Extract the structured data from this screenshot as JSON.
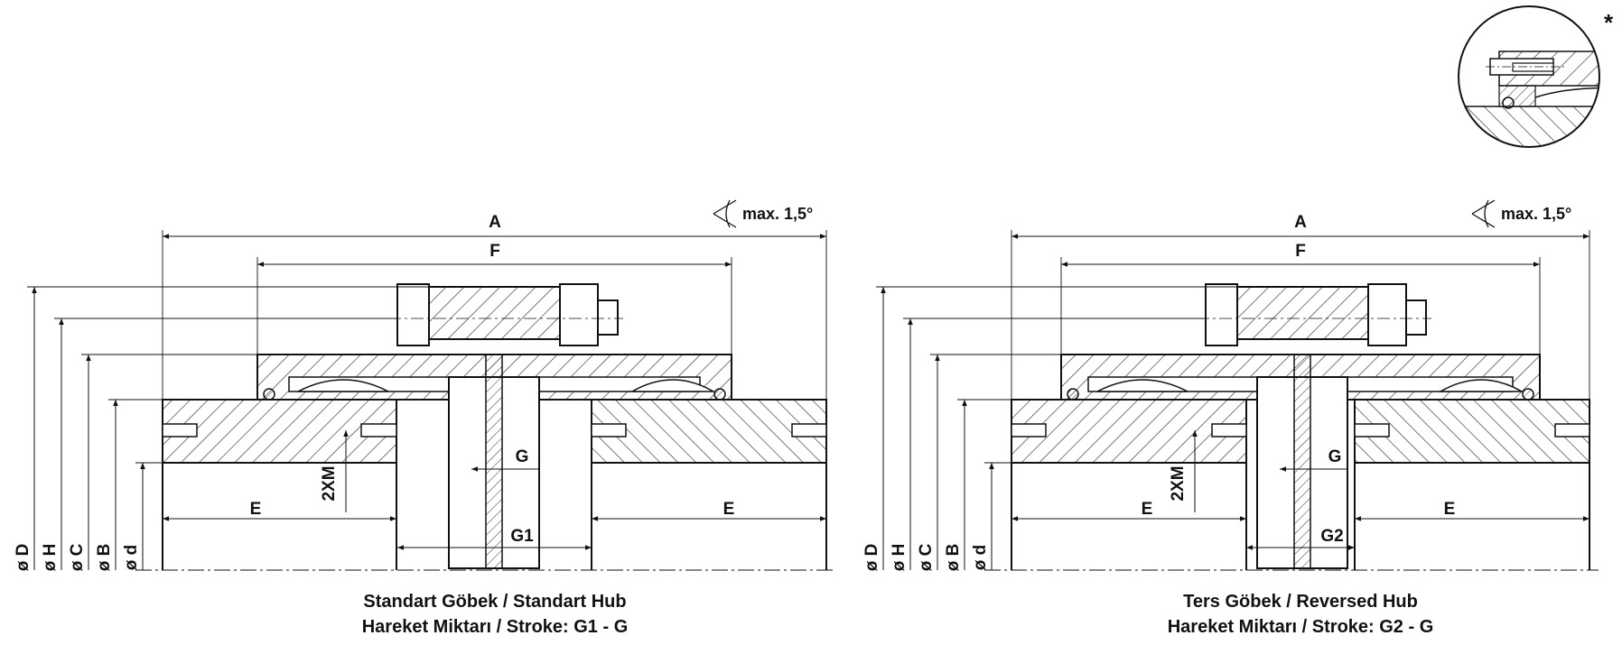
{
  "detail": {
    "marker": "*"
  },
  "left": {
    "angle_label": "max. 1,5°",
    "dim": {
      "A": "A",
      "F": "F",
      "G": "G",
      "G_stroke": "G1",
      "E": "E",
      "xm": "2XM"
    },
    "diameters": [
      "ø D",
      "ø H",
      "ø C",
      "ø B",
      "ø d"
    ],
    "caption_line1": "Standart Göbek / Standart Hub",
    "caption_line2": "Hareket Miktarı / Stroke: G1 - G"
  },
  "right": {
    "angle_label": "max. 1,5°",
    "dim": {
      "A": "A",
      "F": "F",
      "G": "G",
      "G_stroke": "G2",
      "E": "E",
      "xm": "2XM"
    },
    "diameters": [
      "ø D",
      "ø H",
      "ø C",
      "ø B",
      "ø d"
    ],
    "caption_line1": "Ters Göbek / Reversed Hub",
    "caption_line2": "Hareket Miktarı / Stroke: G2 - G"
  }
}
